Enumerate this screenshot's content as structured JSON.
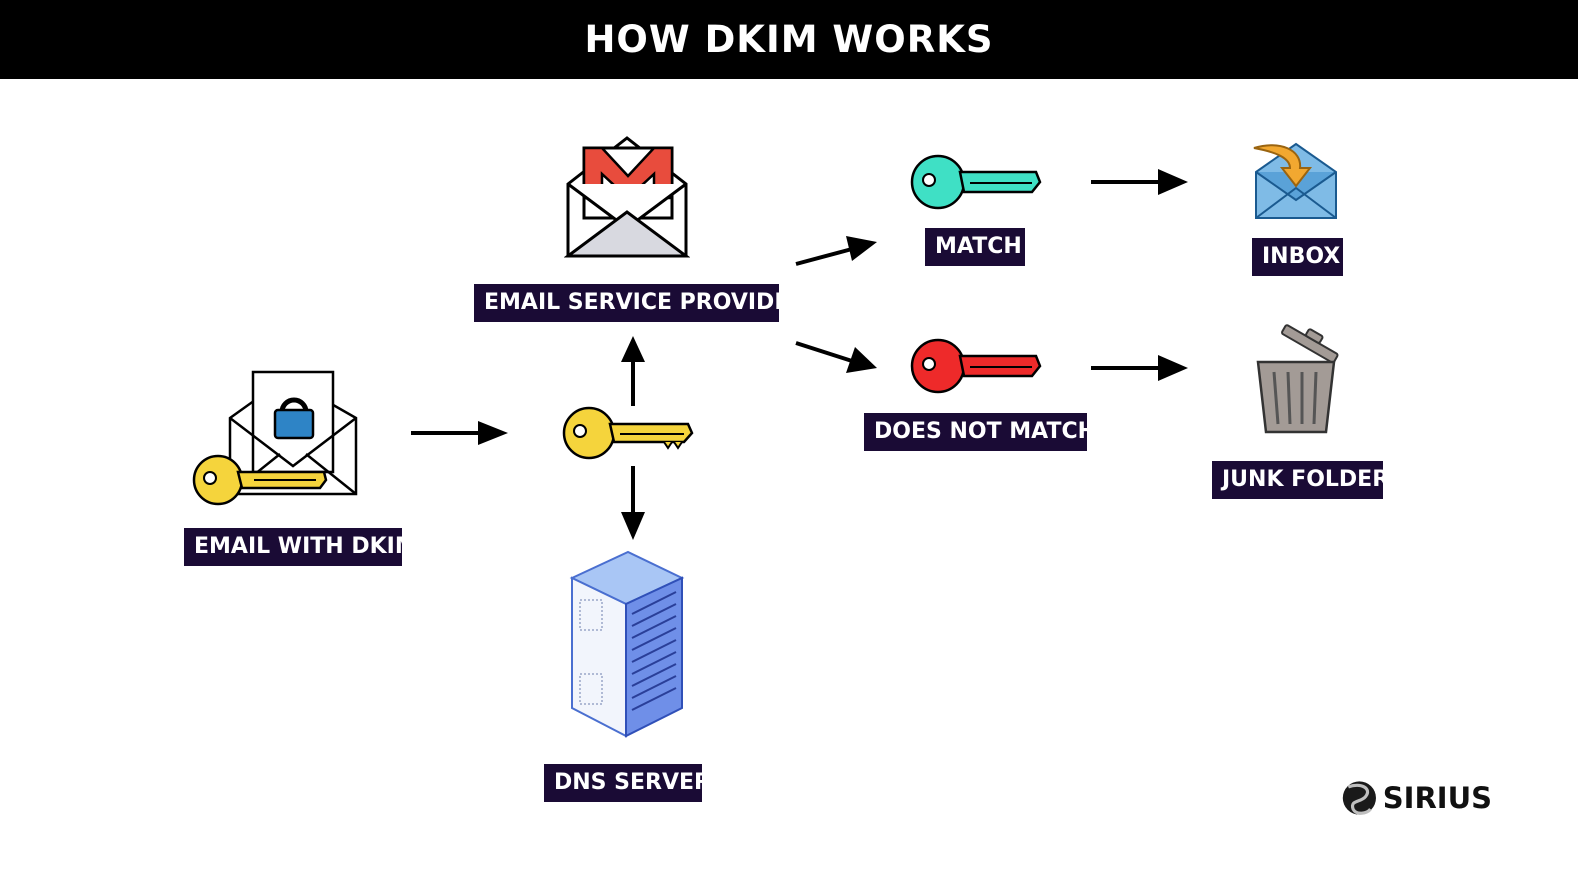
{
  "title": "HOW DKIM WORKS",
  "nodes": {
    "email_with_dkim": "EMAIL WITH DKIM",
    "email_service_provider": "EMAIL SERVICE PROVIDER",
    "dns_server": "DNS SERVER",
    "match": "MATCH",
    "does_not_match": "DOES NOT MATCH",
    "inbox": "INBOX",
    "junk_folder": "JUNK FOLDER"
  },
  "brand": {
    "name": "SIRIUS"
  },
  "colors": {
    "header_bg": "#000000",
    "label_bg": "#1a0b35",
    "key_yellow": "#f5d43c",
    "key_teal": "#3fe0c5",
    "key_red": "#ee2a2a",
    "gmail_red": "#e84c3d",
    "server_blue": "#6f8fe8"
  },
  "icons": [
    "envelope-lock-icon",
    "key-icon",
    "gmail-envelope-icon",
    "server-rack-icon",
    "inbox-envelope-icon",
    "trash-can-icon",
    "sirius-logo-icon"
  ]
}
